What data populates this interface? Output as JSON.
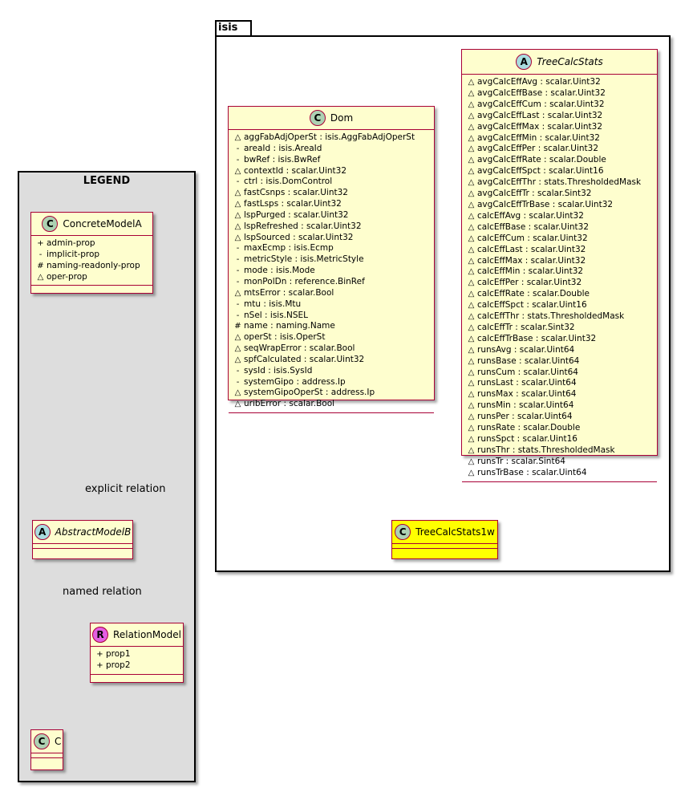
{
  "package": {
    "name": "isis"
  },
  "legend": {
    "title": "LEGEND",
    "concrete": {
      "name": "ConcreteModelA",
      "stereo": "C",
      "attrs": [
        {
          "vis": "+",
          "name": "admin-prop"
        },
        {
          "vis": "-",
          "name": "implicit-prop"
        },
        {
          "vis": "#",
          "name": "naming-readonly-prop"
        },
        {
          "vis": "△",
          "name": "oper-prop"
        }
      ]
    },
    "abstract": {
      "name": "AbstractModelB",
      "stereo": "A"
    },
    "relation": {
      "name": "RelationModel",
      "stereo": "R",
      "attrs": [
        {
          "vis": "+",
          "name": "prop1"
        },
        {
          "vis": "+",
          "name": "prop2"
        }
      ]
    },
    "target": {
      "name": "C",
      "stereo": "C"
    },
    "explicit_label": "explicit relation",
    "named_label": "named relation"
  },
  "dom": {
    "name": "Dom",
    "stereo": "C",
    "attrs": [
      {
        "vis": "△",
        "name": "aggFabAdjOperSt : isis.AggFabAdjOperSt"
      },
      {
        "vis": "-",
        "name": "areaId : isis.AreaId"
      },
      {
        "vis": "-",
        "name": "bwRef : isis.BwRef"
      },
      {
        "vis": "△",
        "name": "contextId : scalar.Uint32"
      },
      {
        "vis": "-",
        "name": "ctrl : isis.DomControl"
      },
      {
        "vis": "△",
        "name": "fastCsnps : scalar.Uint32"
      },
      {
        "vis": "△",
        "name": "fastLsps : scalar.Uint32"
      },
      {
        "vis": "△",
        "name": "lspPurged : scalar.Uint32"
      },
      {
        "vis": "△",
        "name": "lspRefreshed : scalar.Uint32"
      },
      {
        "vis": "△",
        "name": "lspSourced : scalar.Uint32"
      },
      {
        "vis": "-",
        "name": "maxEcmp : isis.Ecmp"
      },
      {
        "vis": "-",
        "name": "metricStyle : isis.MetricStyle"
      },
      {
        "vis": "-",
        "name": "mode : isis.Mode"
      },
      {
        "vis": "-",
        "name": "monPolDn : reference.BinRef"
      },
      {
        "vis": "△",
        "name": "mtsError : scalar.Bool"
      },
      {
        "vis": "-",
        "name": "mtu : isis.Mtu"
      },
      {
        "vis": "-",
        "name": "nSel : isis.NSEL"
      },
      {
        "vis": "#",
        "name": "name : naming.Name"
      },
      {
        "vis": "△",
        "name": "operSt : isis.OperSt"
      },
      {
        "vis": "△",
        "name": "seqWrapError : scalar.Bool"
      },
      {
        "vis": "△",
        "name": "spfCalculated : scalar.Uint32"
      },
      {
        "vis": "-",
        "name": "sysId : isis.SysId"
      },
      {
        "vis": "-",
        "name": "systemGipo : address.Ip"
      },
      {
        "vis": "△",
        "name": "systemGipoOperSt : address.Ip"
      },
      {
        "vis": "△",
        "name": "uribError : scalar.Bool"
      }
    ]
  },
  "tree_calc_stats": {
    "name": "TreeCalcStats",
    "stereo": "A",
    "attrs": [
      {
        "vis": "△",
        "name": "avgCalcEffAvg : scalar.Uint32"
      },
      {
        "vis": "△",
        "name": "avgCalcEffBase : scalar.Uint32"
      },
      {
        "vis": "△",
        "name": "avgCalcEffCum : scalar.Uint32"
      },
      {
        "vis": "△",
        "name": "avgCalcEffLast : scalar.Uint32"
      },
      {
        "vis": "△",
        "name": "avgCalcEffMax : scalar.Uint32"
      },
      {
        "vis": "△",
        "name": "avgCalcEffMin : scalar.Uint32"
      },
      {
        "vis": "△",
        "name": "avgCalcEffPer : scalar.Uint32"
      },
      {
        "vis": "△",
        "name": "avgCalcEffRate : scalar.Double"
      },
      {
        "vis": "△",
        "name": "avgCalcEffSpct : scalar.Uint16"
      },
      {
        "vis": "△",
        "name": "avgCalcEffThr : stats.ThresholdedMask"
      },
      {
        "vis": "△",
        "name": "avgCalcEffTr : scalar.Sint32"
      },
      {
        "vis": "△",
        "name": "avgCalcEffTrBase : scalar.Uint32"
      },
      {
        "vis": "△",
        "name": "calcEffAvg : scalar.Uint32"
      },
      {
        "vis": "△",
        "name": "calcEffBase : scalar.Uint32"
      },
      {
        "vis": "△",
        "name": "calcEffCum : scalar.Uint32"
      },
      {
        "vis": "△",
        "name": "calcEffLast : scalar.Uint32"
      },
      {
        "vis": "△",
        "name": "calcEffMax : scalar.Uint32"
      },
      {
        "vis": "△",
        "name": "calcEffMin : scalar.Uint32"
      },
      {
        "vis": "△",
        "name": "calcEffPer : scalar.Uint32"
      },
      {
        "vis": "△",
        "name": "calcEffRate : scalar.Double"
      },
      {
        "vis": "△",
        "name": "calcEffSpct : scalar.Uint16"
      },
      {
        "vis": "△",
        "name": "calcEffThr : stats.ThresholdedMask"
      },
      {
        "vis": "△",
        "name": "calcEffTr : scalar.Sint32"
      },
      {
        "vis": "△",
        "name": "calcEffTrBase : scalar.Uint32"
      },
      {
        "vis": "△",
        "name": "runsAvg : scalar.Uint64"
      },
      {
        "vis": "△",
        "name": "runsBase : scalar.Uint64"
      },
      {
        "vis": "△",
        "name": "runsCum : scalar.Uint64"
      },
      {
        "vis": "△",
        "name": "runsLast : scalar.Uint64"
      },
      {
        "vis": "△",
        "name": "runsMax : scalar.Uint64"
      },
      {
        "vis": "△",
        "name": "runsMin : scalar.Uint64"
      },
      {
        "vis": "△",
        "name": "runsPer : scalar.Uint64"
      },
      {
        "vis": "△",
        "name": "runsRate : scalar.Double"
      },
      {
        "vis": "△",
        "name": "runsSpct : scalar.Uint16"
      },
      {
        "vis": "△",
        "name": "runsThr : stats.ThresholdedMask"
      },
      {
        "vis": "△",
        "name": "runsTr : scalar.Sint64"
      },
      {
        "vis": "△",
        "name": "runsTrBase : scalar.Uint64"
      }
    ]
  },
  "tree_calc_stats_1w": {
    "name": "TreeCalcStats1w",
    "stereo": "C"
  },
  "colors": {
    "class_fill": "#fefece",
    "class_border": "#a80036",
    "highlight_fill": "#ffff00",
    "legend_fill": "#dddddd",
    "stereo_class": "#add1b2",
    "stereo_abstract": "#a9dcdf",
    "stereo_relation": "#e35fe3"
  }
}
